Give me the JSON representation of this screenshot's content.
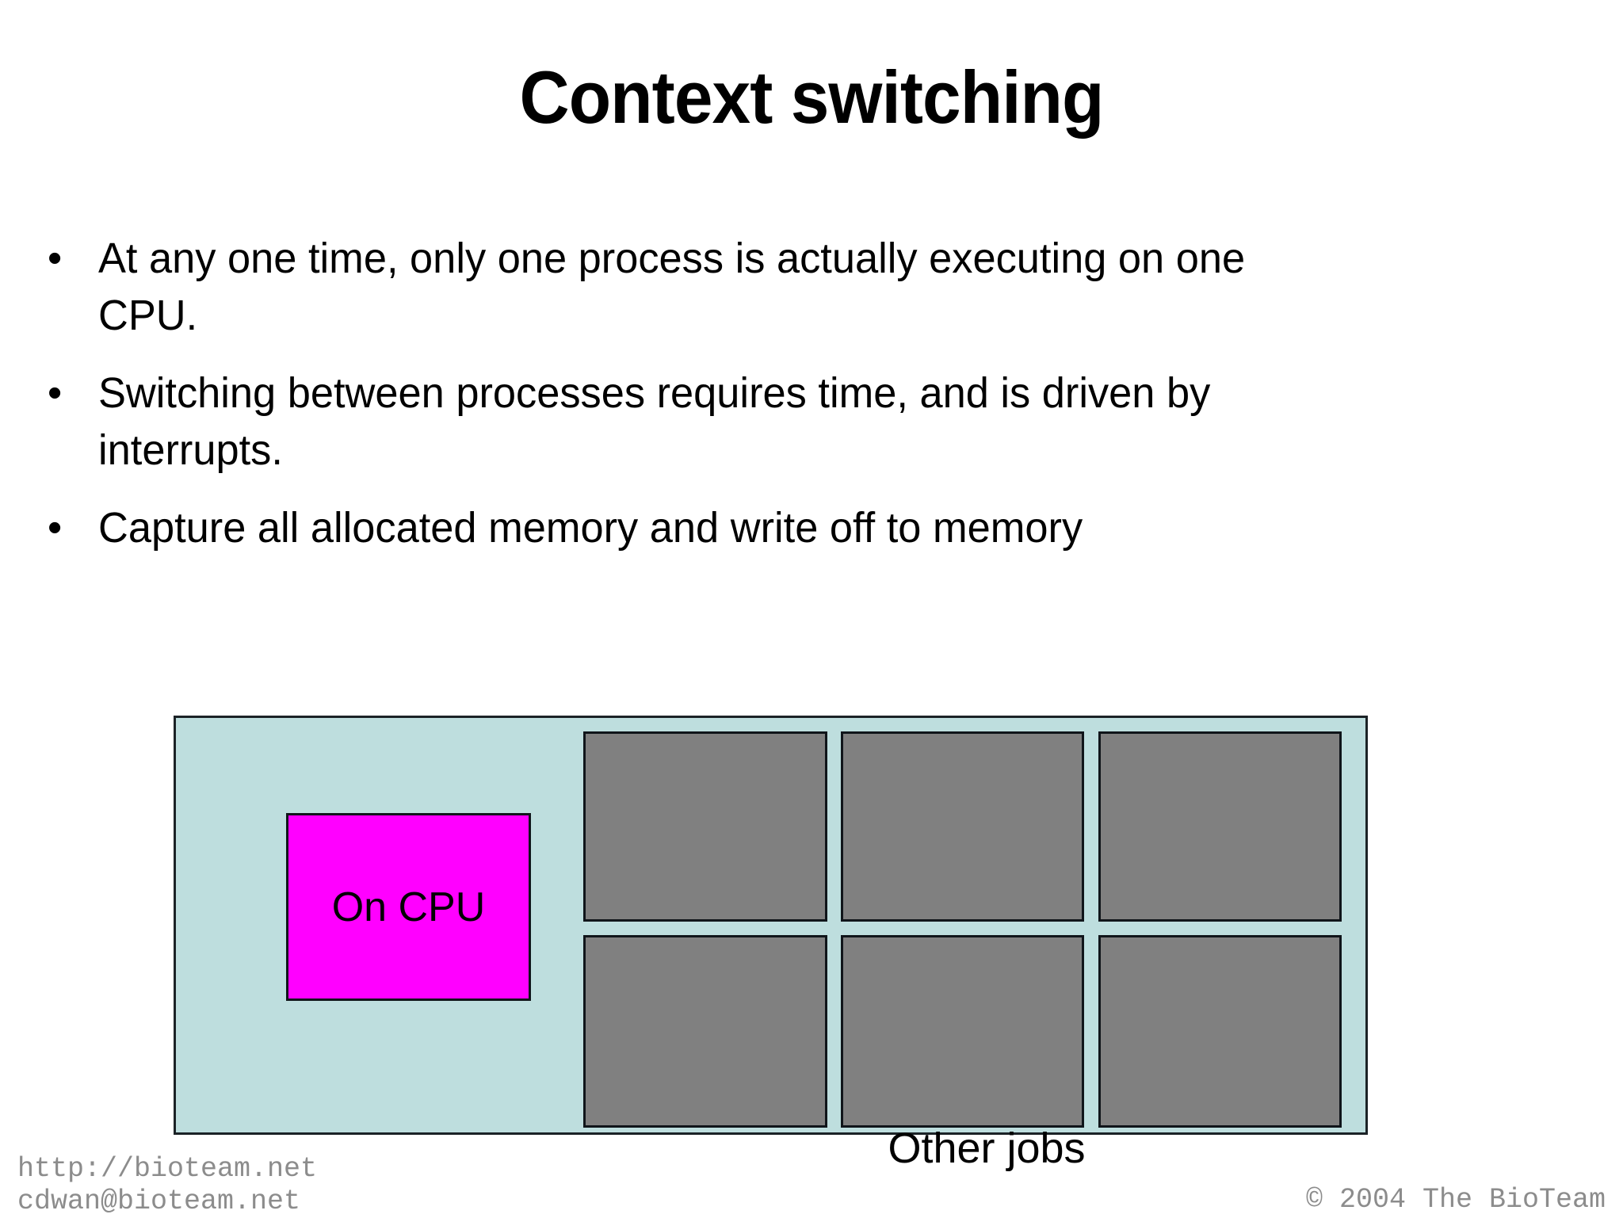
{
  "slide": {
    "title": "Context switching",
    "background_color": "#ffffff",
    "bullet_marker": "•",
    "bullets": [
      "At any one time, only one process is actually executing on one CPU.",
      "Switching between processes requires time, and is driven by interrupts.",
      "Capture all allocated memory and write off to memory"
    ]
  },
  "diagram": {
    "container_color": "#bedede",
    "border_color": "#1b2226",
    "cpu_box": {
      "label": "On CPU",
      "color": "#ff00ff"
    },
    "jobs_caption": "Other jobs",
    "job_color": "#808080",
    "job_rows": 2,
    "job_cols": 3,
    "jobs": [
      {
        "id": "job-r0-c0"
      },
      {
        "id": "job-r0-c1"
      },
      {
        "id": "job-r0-c2"
      },
      {
        "id": "job-r1-c0"
      },
      {
        "id": "job-r1-c1"
      },
      {
        "id": "job-r1-c2"
      }
    ]
  },
  "footer": {
    "url": "http://bioteam.net",
    "email": "cdwan@bioteam.net",
    "copyright": "© 2004 The BioTeam",
    "text_color": "#8c8c8c"
  }
}
